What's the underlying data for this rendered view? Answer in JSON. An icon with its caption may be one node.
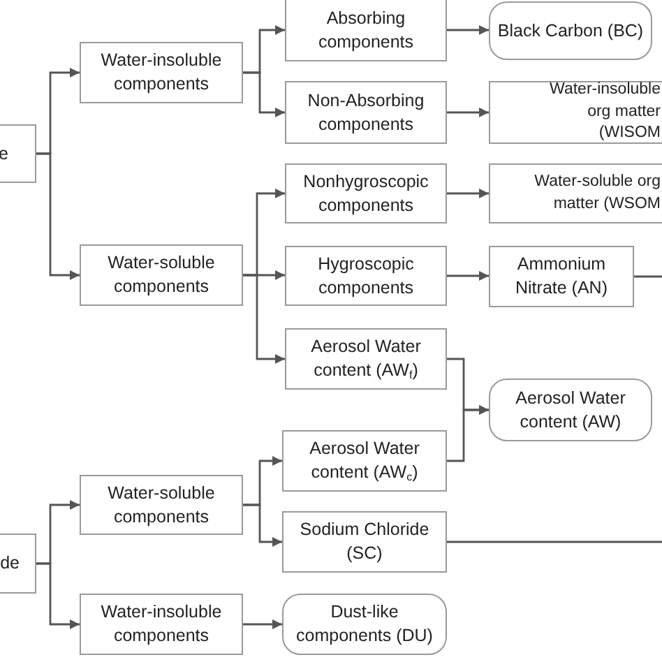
{
  "diagram": {
    "nodes": [
      {
        "text": [
          "e"
        ]
      },
      {
        "text": [
          "Water-insoluble components"
        ]
      },
      {
        "text": [
          "Absorbing components"
        ]
      },
      {
        "text": [
          "Black Carbon (BC)"
        ]
      },
      {
        "text": [
          "Non-Absorbing components"
        ]
      },
      {
        "text": [
          "Water-insoluble org matter (WISOM"
        ]
      },
      {
        "text": [
          "Water-soluble components"
        ]
      },
      {
        "text": [
          "Nonhygroscopic components"
        ]
      },
      {
        "text": [
          "Water-soluble org matter (WSOM"
        ]
      },
      {
        "text": [
          "Hygroscopic components"
        ]
      },
      {
        "text": [
          "Ammonium Nitrate (AN)"
        ]
      },
      {
        "text": [
          "Aerosol Water content (AW$_{f}$)"
        ]
      },
      {
        "text": [
          "Aerosol Water content (AW)"
        ]
      },
      {
        "text": [
          "de"
        ]
      },
      {
        "text": [
          "Water-soluble components"
        ]
      },
      {
        "text": [
          "Aerosol Water content (AW$_{c}$)"
        ]
      },
      {
        "text": [
          "Sodium Chloride (SC)"
        ]
      },
      {
        "text": [
          "Water-insoluble components"
        ]
      },
      {
        "text": [
          "Dust-like components (DU)"
        ]
      }
    ],
    "edges": [
      {
        "from": 0,
        "to": 1,
        "arrow": "to"
      },
      {
        "from": 0,
        "to": 6,
        "arrow": "to"
      },
      {
        "from": 1,
        "to": 2,
        "arrow": "to"
      },
      {
        "from": 1,
        "to": 4,
        "arrow": "to"
      },
      {
        "from": 2,
        "to": 3,
        "arrow": "to"
      },
      {
        "from": 4,
        "to": 5,
        "arrow": "to"
      },
      {
        "from": 6,
        "to": 7,
        "arrow": "to"
      },
      {
        "from": 6,
        "to": 9,
        "arrow": "to"
      },
      {
        "from": 6,
        "to": 11,
        "arrow": "to"
      },
      {
        "from": 7,
        "to": 8,
        "arrow": "to"
      },
      {
        "from": 9,
        "to": 10,
        "arrow": "to"
      },
      {
        "from": 10,
        "to": null,
        "arrow": "none"
      },
      {
        "from": 11,
        "to": 12,
        "arrow": "to"
      },
      {
        "from": 15,
        "to": 12,
        "arrow": "to"
      },
      {
        "from": 13,
        "to": 14,
        "arrow": "to"
      },
      {
        "from": 13,
        "to": 17,
        "arrow": "to"
      },
      {
        "from": 14,
        "to": 15,
        "arrow": "to"
      },
      {
        "from": 14,
        "to": 16,
        "arrow": "to"
      },
      {
        "from": 16,
        "to": null,
        "arrow": "none"
      },
      {
        "from": 17,
        "to": 18,
        "arrow": "to"
      }
    ]
  }
}
